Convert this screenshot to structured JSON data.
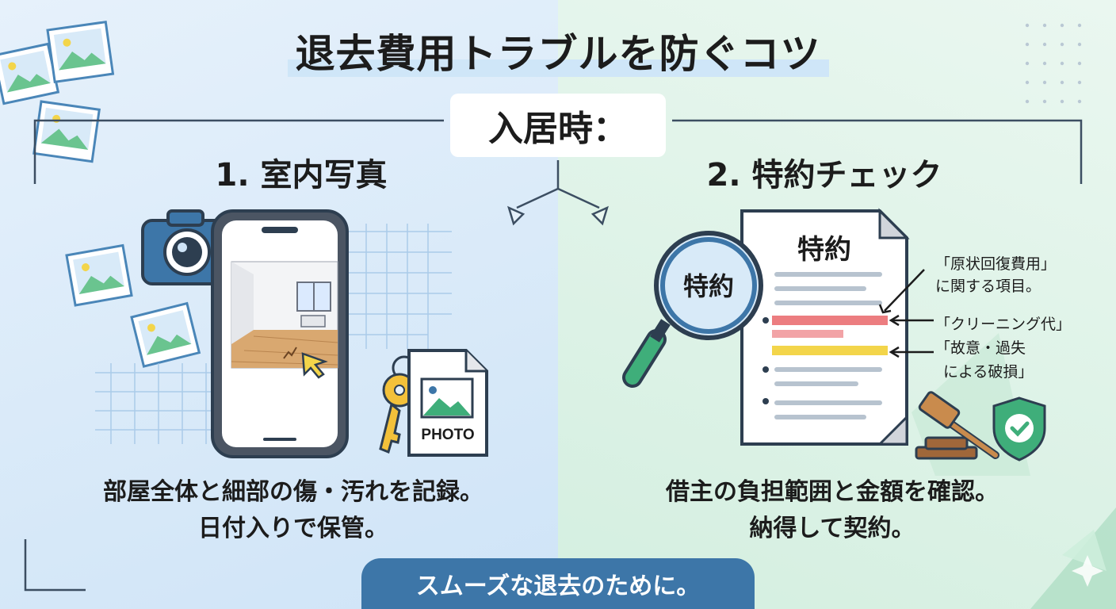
{
  "title": "退去費用トラブルを防ぐコツ",
  "subtitle": "入居時：",
  "left": {
    "heading": "1. 室内写真",
    "photo_label": "PHOTO",
    "desc_line1": "部屋全体と細部の傷・汚れを記録。",
    "desc_line2": "日付入りで保管。"
  },
  "right": {
    "heading": "2. 特約チェック",
    "doc_title": "特約",
    "lens_label": "特約",
    "annotations": [
      "「原状回復費用」",
      "に関する項目。",
      "「クリーニング代」",
      "「故意・過失",
      "による破損」"
    ],
    "desc_line1": "借主の負担範囲と金額を確認。",
    "desc_line2": "納得して契約。"
  },
  "footer": "スムーズな退去のために。",
  "colors": {
    "left_bg": "#d8e9f8",
    "right_bg": "#ddf2e6",
    "accent_blue": "#3d76a8",
    "accent_green": "#3fae7a",
    "highlight_red": "#e9666a",
    "highlight_yellow": "#f3d54a"
  },
  "icons": [
    "camera-icon",
    "smartphone-icon",
    "key-icon",
    "photo-file-icon",
    "magnifier-icon",
    "document-icon",
    "gavel-icon",
    "shield-check-icon",
    "picture-icon"
  ]
}
